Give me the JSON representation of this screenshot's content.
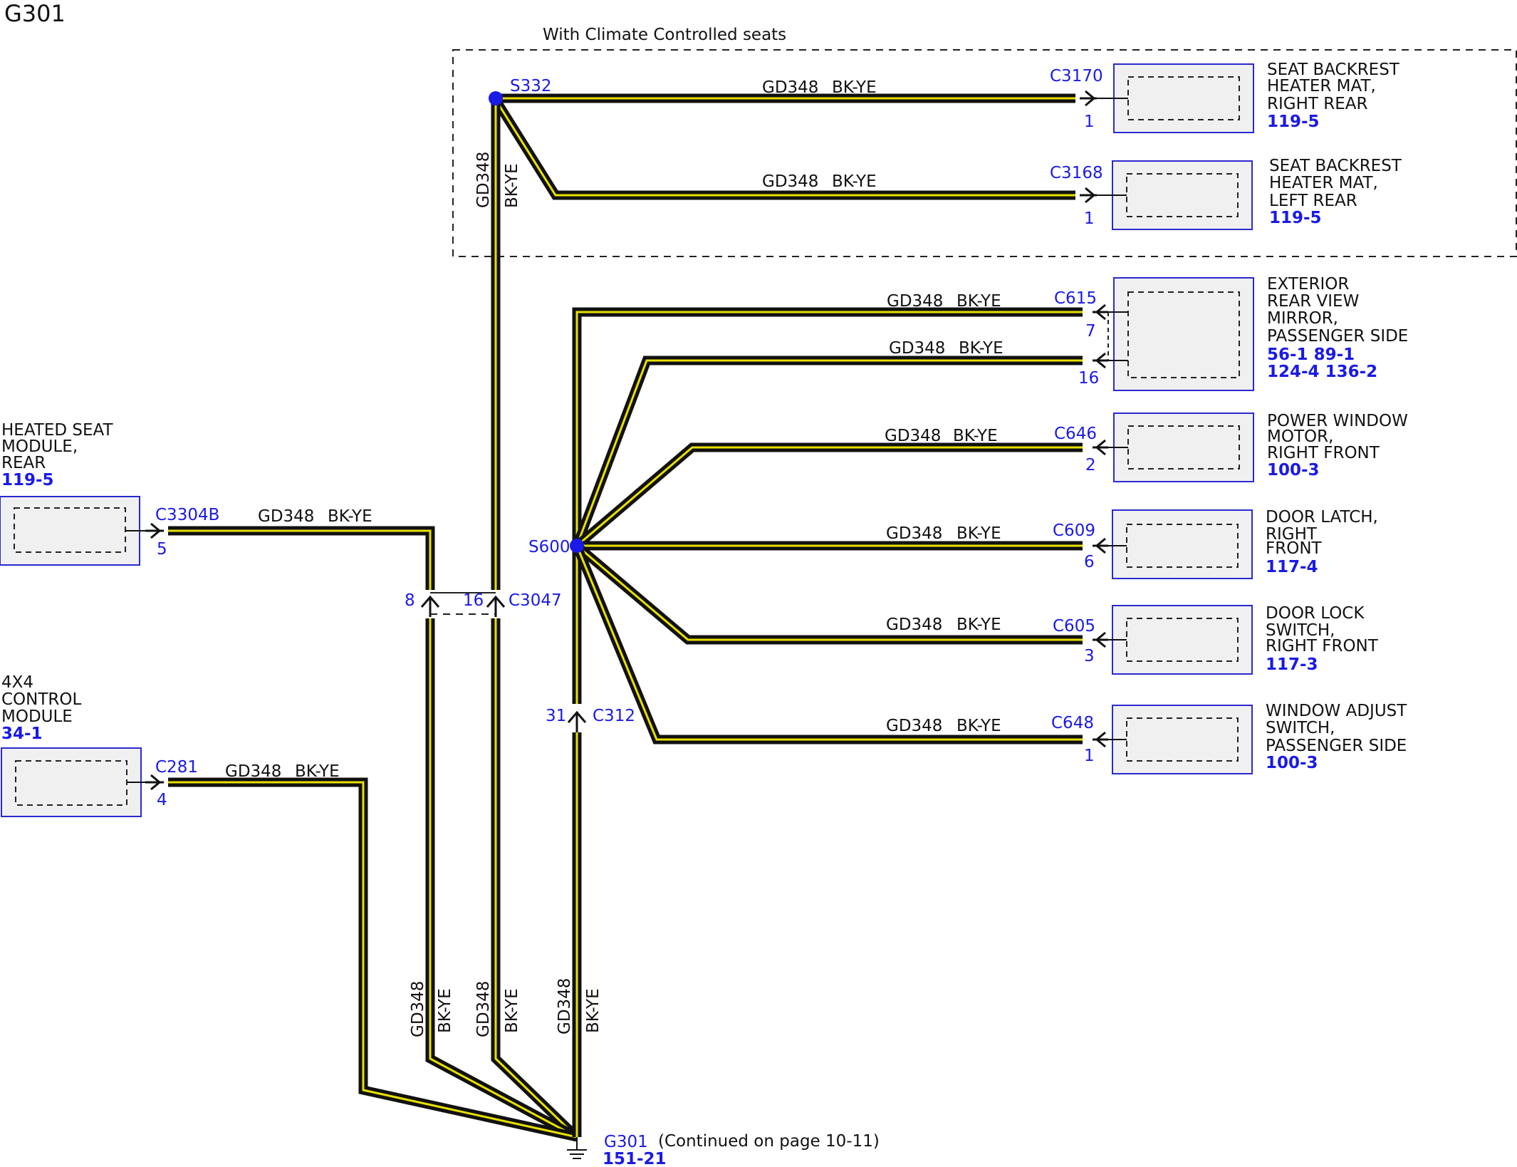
{
  "page_title": "G301",
  "climate_box_label": "With Climate Controlled seats",
  "wire": {
    "circuit": "GD348",
    "color": "BK-YE"
  },
  "splices": {
    "s332": "S332",
    "s600": "S600"
  },
  "components": {
    "heated_seat_module": {
      "lines": [
        "HEATED SEAT",
        "MODULE,",
        "REAR"
      ],
      "ref": "119-5",
      "connector": "C3304B",
      "pin": "5"
    },
    "control_4x4": {
      "lines": [
        "4X4",
        "CONTROL",
        "MODULE"
      ],
      "ref": "34-1",
      "connector": "C281",
      "pin": "4"
    },
    "seat_heater_right": {
      "lines": [
        "SEAT BACKREST",
        "HEATER MAT,",
        "RIGHT REAR"
      ],
      "ref": "119-5",
      "connector": "C3170",
      "pin": "1"
    },
    "seat_heater_left": {
      "lines": [
        "SEAT BACKREST",
        "HEATER MAT,",
        "LEFT REAR"
      ],
      "ref": "119-5",
      "connector": "C3168",
      "pin": "1"
    },
    "mirror": {
      "lines": [
        "EXTERIOR",
        "REAR VIEW",
        "MIRROR,",
        "PASSENGER SIDE"
      ],
      "refs_line1": "56-1  89-1",
      "refs_line2": "124-4 136-2",
      "connector": "C615",
      "pin_a": "7",
      "pin_b": "16"
    },
    "power_window_motor": {
      "lines": [
        "POWER WINDOW",
        "MOTOR,",
        "RIGHT FRONT"
      ],
      "ref": "100-3",
      "connector": "C646",
      "pin": "2"
    },
    "door_latch": {
      "lines": [
        "DOOR LATCH,",
        "RIGHT",
        "FRONT"
      ],
      "ref": "117-4",
      "connector": "C609",
      "pin": "6"
    },
    "door_lock_switch": {
      "lines": [
        "DOOR LOCK",
        "SWITCH,",
        "RIGHT FRONT"
      ],
      "ref": "117-3",
      "connector": "C605",
      "pin": "3"
    },
    "window_adjust_switch": {
      "lines": [
        "WINDOW ADJUST",
        "SWITCH,",
        "PASSENGER SIDE"
      ],
      "ref": "100-3",
      "connector": "C648",
      "pin": "1"
    }
  },
  "inline_connectors": {
    "c3047": {
      "name": "C3047",
      "pin_a": "8",
      "pin_b": "16"
    },
    "c312": {
      "name": "C312",
      "pin": "31"
    }
  },
  "ground": {
    "name": "G301",
    "ref": "151-21",
    "note": "(Continued on page 10-11)"
  }
}
